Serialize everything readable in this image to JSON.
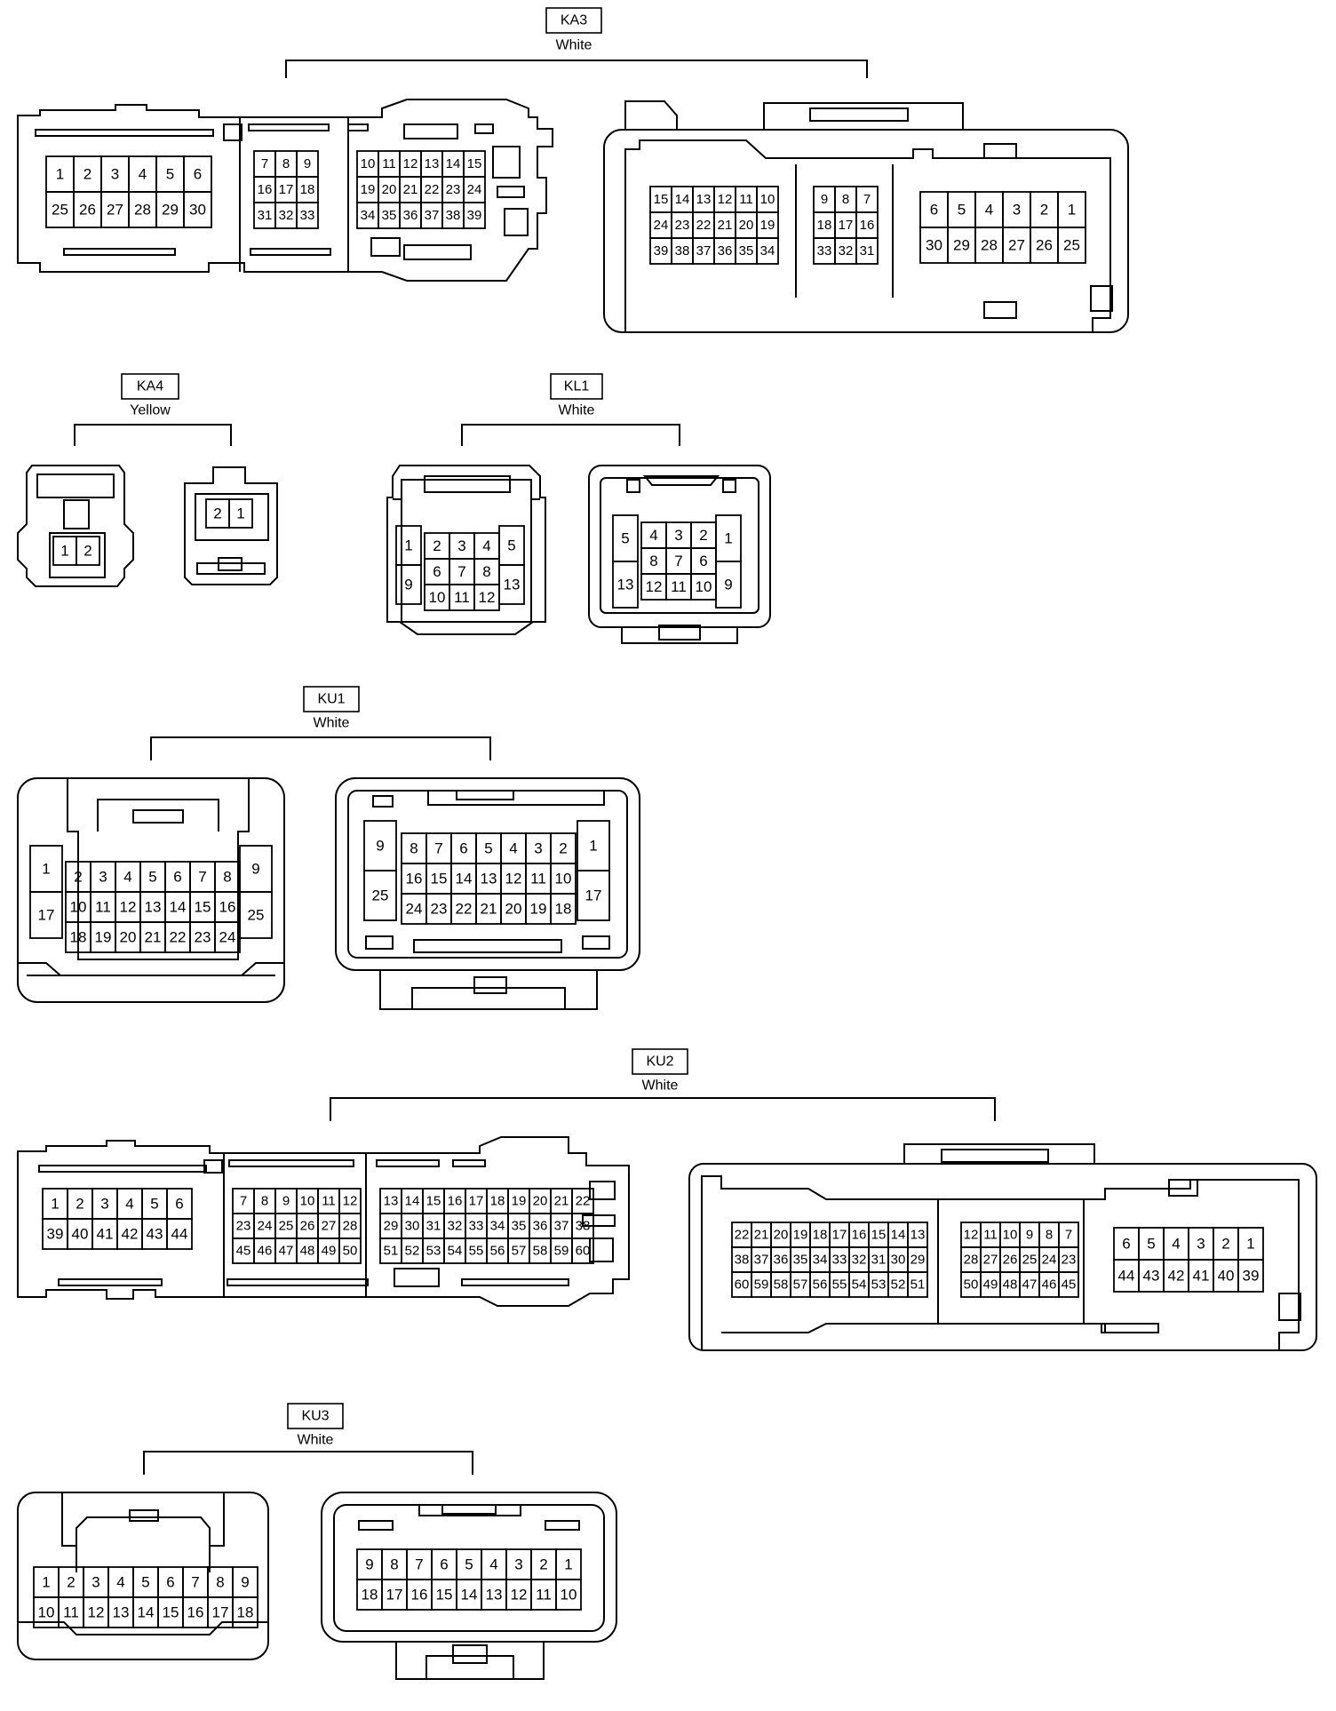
{
  "connectors": [
    {
      "code": "KA3",
      "color": "White",
      "left_rows": [
        [
          "1",
          "2",
          "3",
          "4",
          "5",
          "6"
        ],
        [
          "25",
          "26",
          "27",
          "28",
          "29",
          "30"
        ]
      ],
      "left_mid_rows": [
        [
          "7",
          "8",
          "9"
        ],
        [
          "16",
          "17",
          "18"
        ],
        [
          "31",
          "32",
          "33"
        ]
      ],
      "left_right_rows": [
        [
          "10",
          "11",
          "12",
          "13",
          "14",
          "15"
        ],
        [
          "19",
          "20",
          "21",
          "22",
          "23",
          "24"
        ],
        [
          "34",
          "35",
          "36",
          "37",
          "38",
          "39"
        ]
      ],
      "right_left_rows": [
        [
          "15",
          "14",
          "13",
          "12",
          "11",
          "10"
        ],
        [
          "24",
          "23",
          "22",
          "21",
          "20",
          "19"
        ],
        [
          "39",
          "38",
          "37",
          "36",
          "35",
          "34"
        ]
      ],
      "right_mid_rows": [
        [
          "9",
          "8",
          "7"
        ],
        [
          "18",
          "17",
          "16"
        ],
        [
          "33",
          "32",
          "31"
        ]
      ],
      "right_right_rows": [
        [
          "6",
          "5",
          "4",
          "3",
          "2",
          "1"
        ],
        [
          "30",
          "29",
          "28",
          "27",
          "26",
          "25"
        ]
      ]
    },
    {
      "code": "KA4",
      "color": "Yellow",
      "left_pins": [
        "1",
        "2"
      ],
      "right_pins": [
        "2",
        "1"
      ]
    },
    {
      "code": "KL1",
      "color": "White",
      "left": {
        "outer_left": [
          "1",
          "9"
        ],
        "grid": [
          [
            "2",
            "3",
            "4"
          ],
          [
            "6",
            "7",
            "8"
          ],
          [
            "10",
            "11",
            "12"
          ]
        ],
        "outer_right": [
          "5",
          "13"
        ]
      },
      "right": {
        "outer_left": [
          "5",
          "13"
        ],
        "grid": [
          [
            "4",
            "3",
            "2"
          ],
          [
            "8",
            "7",
            "6"
          ],
          [
            "12",
            "11",
            "10"
          ]
        ],
        "outer_right": [
          "1",
          "9"
        ]
      }
    },
    {
      "code": "KU1",
      "color": "White",
      "left": {
        "outer_left": [
          "1",
          "17"
        ],
        "grid": [
          [
            "2",
            "3",
            "4",
            "5",
            "6",
            "7",
            "8"
          ],
          [
            "10",
            "11",
            "12",
            "13",
            "14",
            "15",
            "16"
          ],
          [
            "18",
            "19",
            "20",
            "21",
            "22",
            "23",
            "24"
          ]
        ],
        "outer_right": [
          "9",
          "25"
        ]
      },
      "right": {
        "outer_left": [
          "9",
          "25"
        ],
        "grid": [
          [
            "8",
            "7",
            "6",
            "5",
            "4",
            "3",
            "2"
          ],
          [
            "16",
            "15",
            "14",
            "13",
            "12",
            "11",
            "10"
          ],
          [
            "24",
            "23",
            "22",
            "21",
            "20",
            "19",
            "18"
          ]
        ],
        "outer_right": [
          "1",
          "17"
        ]
      }
    },
    {
      "code": "KU2",
      "color": "White",
      "left_rows": [
        [
          "1",
          "2",
          "3",
          "4",
          "5",
          "6"
        ],
        [
          "39",
          "40",
          "41",
          "42",
          "43",
          "44"
        ]
      ],
      "left_mid_rows": [
        [
          "7",
          "8",
          "9",
          "10",
          "11",
          "12"
        ],
        [
          "23",
          "24",
          "25",
          "26",
          "27",
          "28"
        ],
        [
          "45",
          "46",
          "47",
          "48",
          "49",
          "50"
        ]
      ],
      "left_right_rows": [
        [
          "13",
          "14",
          "15",
          "16",
          "17",
          "18",
          "19",
          "20",
          "21",
          "22"
        ],
        [
          "29",
          "30",
          "31",
          "32",
          "33",
          "34",
          "35",
          "36",
          "37",
          "38"
        ],
        [
          "51",
          "52",
          "53",
          "54",
          "55",
          "56",
          "57",
          "58",
          "59",
          "60"
        ]
      ],
      "right_left_rows": [
        [
          "22",
          "21",
          "20",
          "19",
          "18",
          "17",
          "16",
          "15",
          "14",
          "13"
        ],
        [
          "38",
          "37",
          "36",
          "35",
          "34",
          "33",
          "32",
          "31",
          "30",
          "29"
        ],
        [
          "60",
          "59",
          "58",
          "57",
          "56",
          "55",
          "54",
          "53",
          "52",
          "51"
        ]
      ],
      "right_mid_rows": [
        [
          "12",
          "11",
          "10",
          "9",
          "8",
          "7"
        ],
        [
          "28",
          "27",
          "26",
          "25",
          "24",
          "23"
        ],
        [
          "50",
          "49",
          "48",
          "47",
          "46",
          "45"
        ]
      ],
      "right_right_rows": [
        [
          "6",
          "5",
          "4",
          "3",
          "2",
          "1"
        ],
        [
          "44",
          "43",
          "42",
          "41",
          "40",
          "39"
        ]
      ]
    },
    {
      "code": "KU3",
      "color": "White",
      "left_rows": [
        [
          "1",
          "2",
          "3",
          "4",
          "5",
          "6",
          "7",
          "8",
          "9"
        ],
        [
          "10",
          "11",
          "12",
          "13",
          "14",
          "15",
          "16",
          "17",
          "18"
        ]
      ],
      "right_rows": [
        [
          "9",
          "8",
          "7",
          "6",
          "5",
          "4",
          "3",
          "2",
          "1"
        ],
        [
          "18",
          "17",
          "16",
          "15",
          "14",
          "13",
          "12",
          "11",
          "10"
        ]
      ]
    }
  ]
}
